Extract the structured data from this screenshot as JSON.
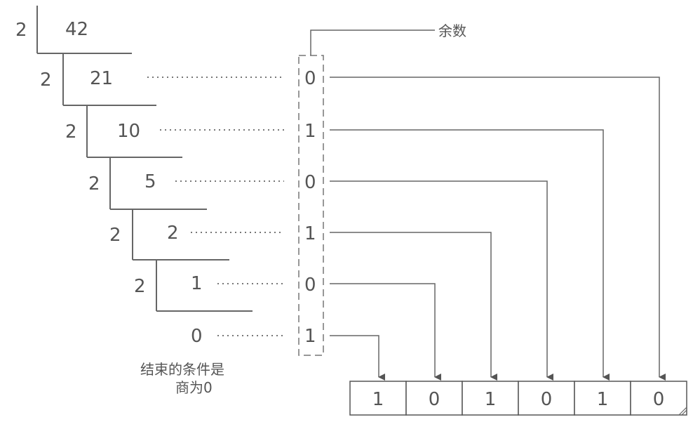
{
  "division_steps": [
    {
      "divisor": "2",
      "dividend": "42"
    },
    {
      "divisor": "2",
      "dividend": "21"
    },
    {
      "divisor": "2",
      "dividend": "10"
    },
    {
      "divisor": "2",
      "dividend": "5"
    },
    {
      "divisor": "2",
      "dividend": "2"
    },
    {
      "divisor": "2",
      "dividend": "1"
    }
  ],
  "final_quotient": "0",
  "remainders": [
    "0",
    "1",
    "0",
    "1",
    "0",
    "1"
  ],
  "remainder_label": "余数",
  "end_condition": {
    "line1": "结束的条件是",
    "line2": "商为0"
  },
  "result_bits": [
    "1",
    "0",
    "1",
    "0",
    "1",
    "0"
  ]
}
